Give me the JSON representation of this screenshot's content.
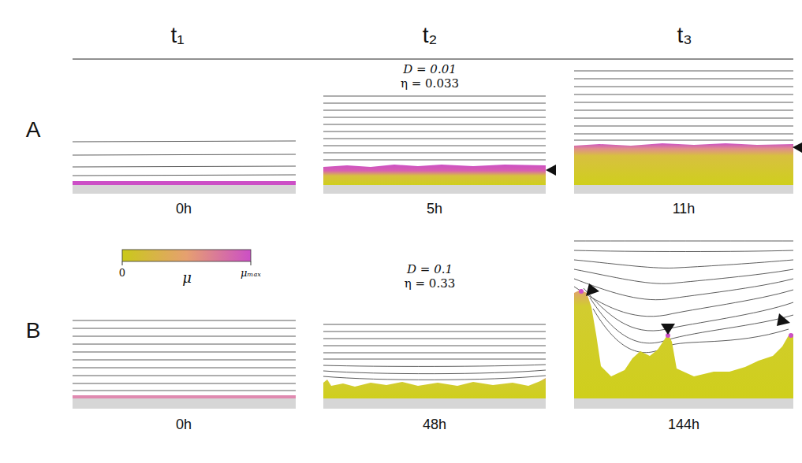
{
  "diagram": {
    "labels": [
      "t₁",
      "t₂",
      "t₃",
      "A",
      "D = 0.01",
      "η = 0.033",
      "0h",
      "5h",
      "11h",
      "0",
      "μ",
      "μₘₐₓ",
      "B",
      "D = 0.1",
      "η = 0.33",
      "0h",
      "48h",
      "144h"
    ]
  }
}
